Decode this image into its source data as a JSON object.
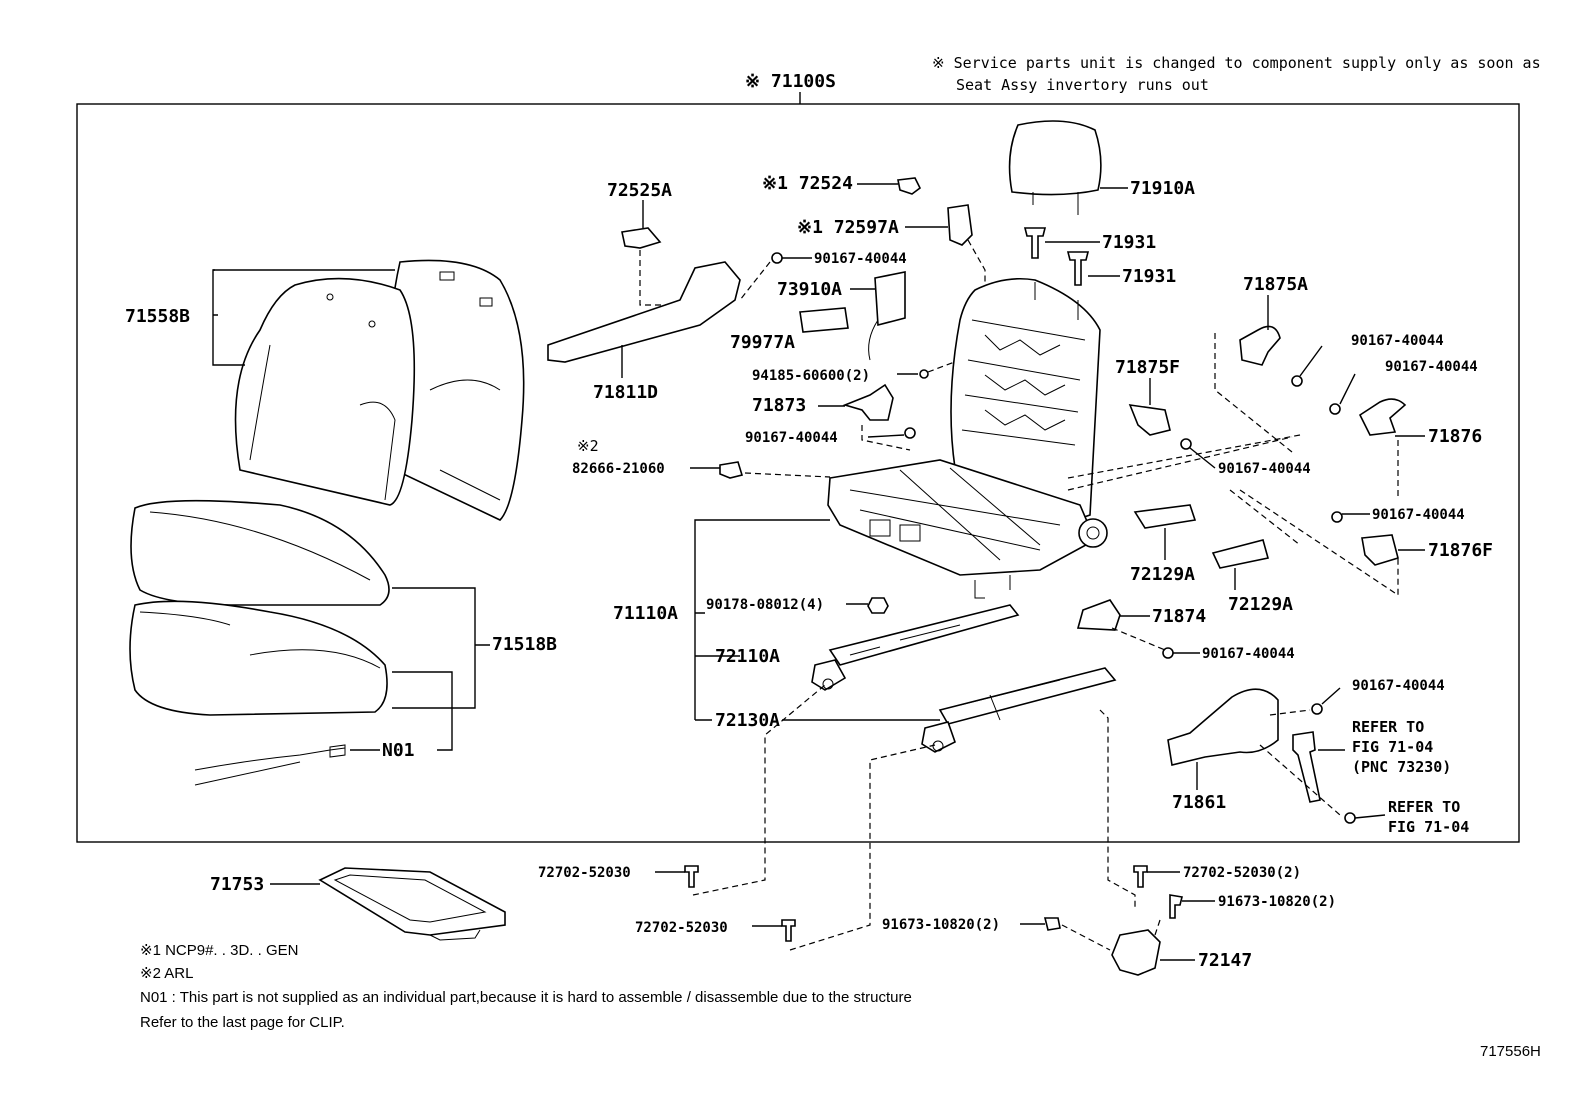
{
  "header": {
    "assembly_label": "※ 71100S",
    "service_note_line1": "※ Service parts unit is changed to component supply only as soon as",
    "service_note_line2": "Seat Assy invertory runs out"
  },
  "callouts": {
    "p72525A": "72525A",
    "p72524": "※1 72524",
    "p72597A": "※1 72597A",
    "p71910A": "71910A",
    "p71931a": "71931",
    "p71931b": "71931",
    "p90167_a": "90167-40044",
    "p73910A": "73910A",
    "p79977A": "79977A",
    "p71558B": "71558B",
    "p71811D": "71811D",
    "p94185": "94185-60600(2)",
    "p71873": "71873",
    "p90167_b": "90167-40044",
    "p71875A": "71875A",
    "p90167_c": "90167-40044",
    "p90167_d": "90167-40044",
    "p71875F": "71875F",
    "p71876": "71876",
    "p90167_e": "90167-40044",
    "p90167_f": "90167-40044",
    "p71876F": "71876F",
    "mark2": "※2",
    "p82666": "82666-21060",
    "p72129A_a": "72129A",
    "p72129A_b": "72129A",
    "p71110A": "71110A",
    "p90178": "90178-08012(4)",
    "p71874": "71874",
    "p90167_g": "90167-40044",
    "p72110A": "72110A",
    "p90167_h": "90167-40044",
    "p71518B": "71518B",
    "p72130A": "72130A",
    "refer1_l1": "REFER TO",
    "refer1_l2": "FIG 71-04",
    "refer1_l3": "(PNC 73230)",
    "p71861": "71861",
    "refer2_l1": "REFER TO",
    "refer2_l2": "FIG 71-04",
    "pN01": "N01",
    "p71753": "71753",
    "p72702_a": "72702-52030",
    "p72702_b": "72702-52030(2)",
    "p91673_a": "91673-10820(2)",
    "p72702_c": "72702-52030",
    "p91673_b": "91673-10820(2)",
    "p72147": "72147"
  },
  "footnotes": {
    "note1": "※1  NCP9#. . 3D. . GEN",
    "note2": "※2  ARL",
    "note3": "N01 : This part is not supplied as an individual part,because it is hard to assemble / disassemble due to the structure",
    "note4": "Refer to the last page for CLIP."
  },
  "diagram_id": "717556H"
}
